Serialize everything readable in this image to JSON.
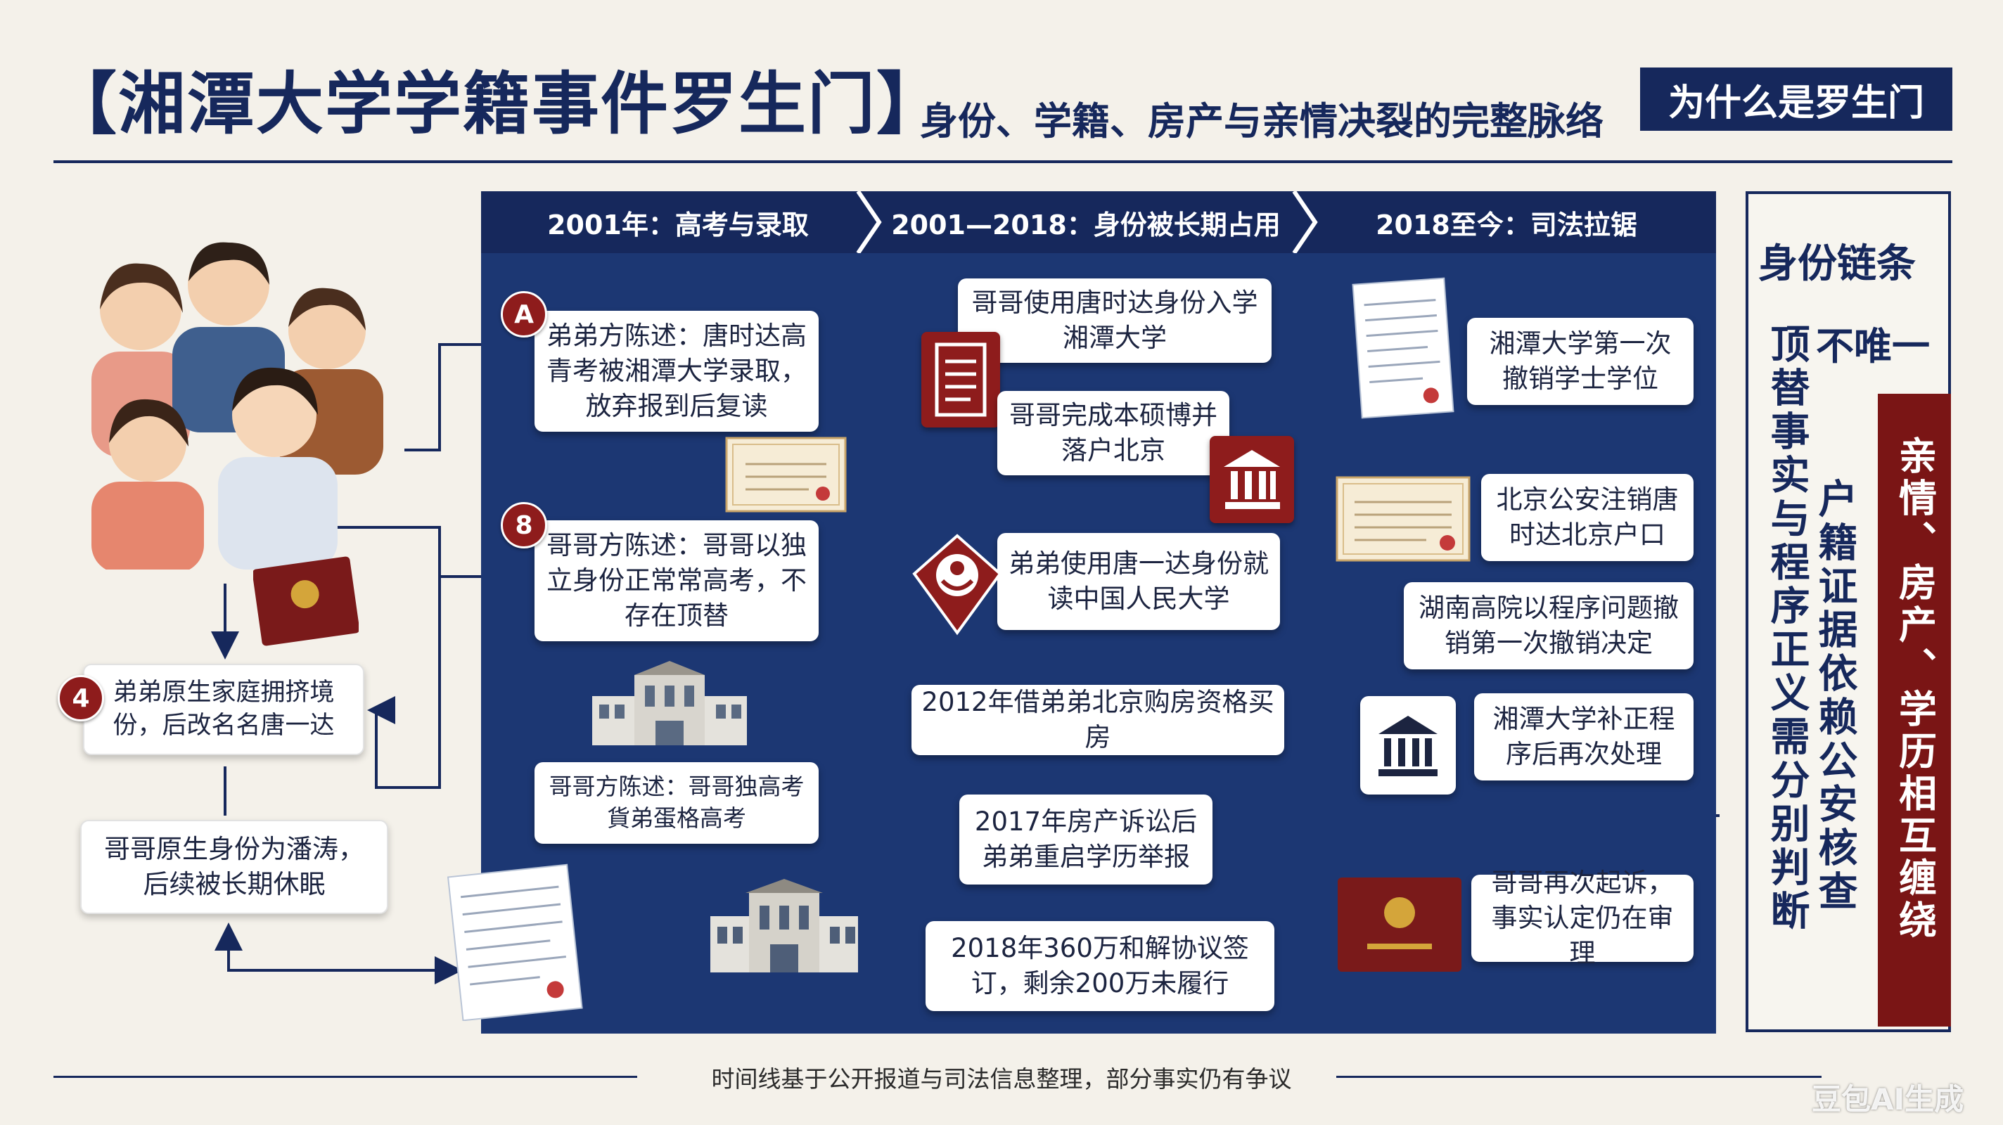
{
  "header": {
    "title": "【湘潭大学学籍事件罗生门】",
    "subtitle": "身份、学籍、房产与亲情决裂的完整脉络",
    "tag": "为什么是罗生门"
  },
  "phases": [
    "2001年：高考与录取",
    "2001—2018：身份被长期占用",
    "2018至今：司法拉锯"
  ],
  "left": {
    "card_c": {
      "badge": "4",
      "text": "弟弟原生家庭拥挤境份，后改名名唐一达"
    },
    "card_d": "哥哥原生身份为潘涛，后续被长期休眠"
  },
  "col1": {
    "a": {
      "badge": "A",
      "text": "弟弟方陈述：唐时达高青考被湘潭大学录取，放弃报到后复读"
    },
    "b": {
      "badge": "8",
      "text": "哥哥方陈述：哥哥以独立身份正常常高考，不存在顶替"
    },
    "c": "哥哥方陈述：哥哥独高考貨弟蛋格高考"
  },
  "col2": [
    "哥哥使用唐时达身份入学湘潭大学",
    "哥哥完成本硕博并落户北京",
    "弟弟使用唐一达身份就读中国人民大学",
    "2012年借弟弟北京购房资格买房",
    "2017年房产诉讼后弟弟重启学历举报",
    "2018年360万和解协议签订，剩余200万未履行"
  ],
  "col3": [
    "湘潭大学第一次撤销学士学位",
    "北京公安注销唐时达北京户口",
    "湖南高院以程序问题撤销第一次撤销决定",
    "湘潭大学补正程序后再次处理",
    "哥哥再次起诉，事实认定仍在审理"
  ],
  "right": {
    "chain_title": "身份链条",
    "not_only": "不唯一",
    "col_a": "顶替事实与程序正义需分别判断",
    "col_b": "户籍证据依赖公安核查",
    "red": "亲情、房产、学历相互缠绕"
  },
  "footer": "时间线基于公开报道与司法信息整理，部分事实仍有争议",
  "watermark": "豆包AI生成",
  "colors": {
    "navy": "#16285c",
    "panel": "#1c3773",
    "crimson": "#8e1c1c",
    "paper": "#f4f1ea"
  },
  "icons": [
    "family-illustration-icon",
    "document-icon",
    "bank-building-icon",
    "emblem-icon",
    "campus-building-icon",
    "certificate-icon",
    "passport-icon",
    "registry-form-icon"
  ]
}
